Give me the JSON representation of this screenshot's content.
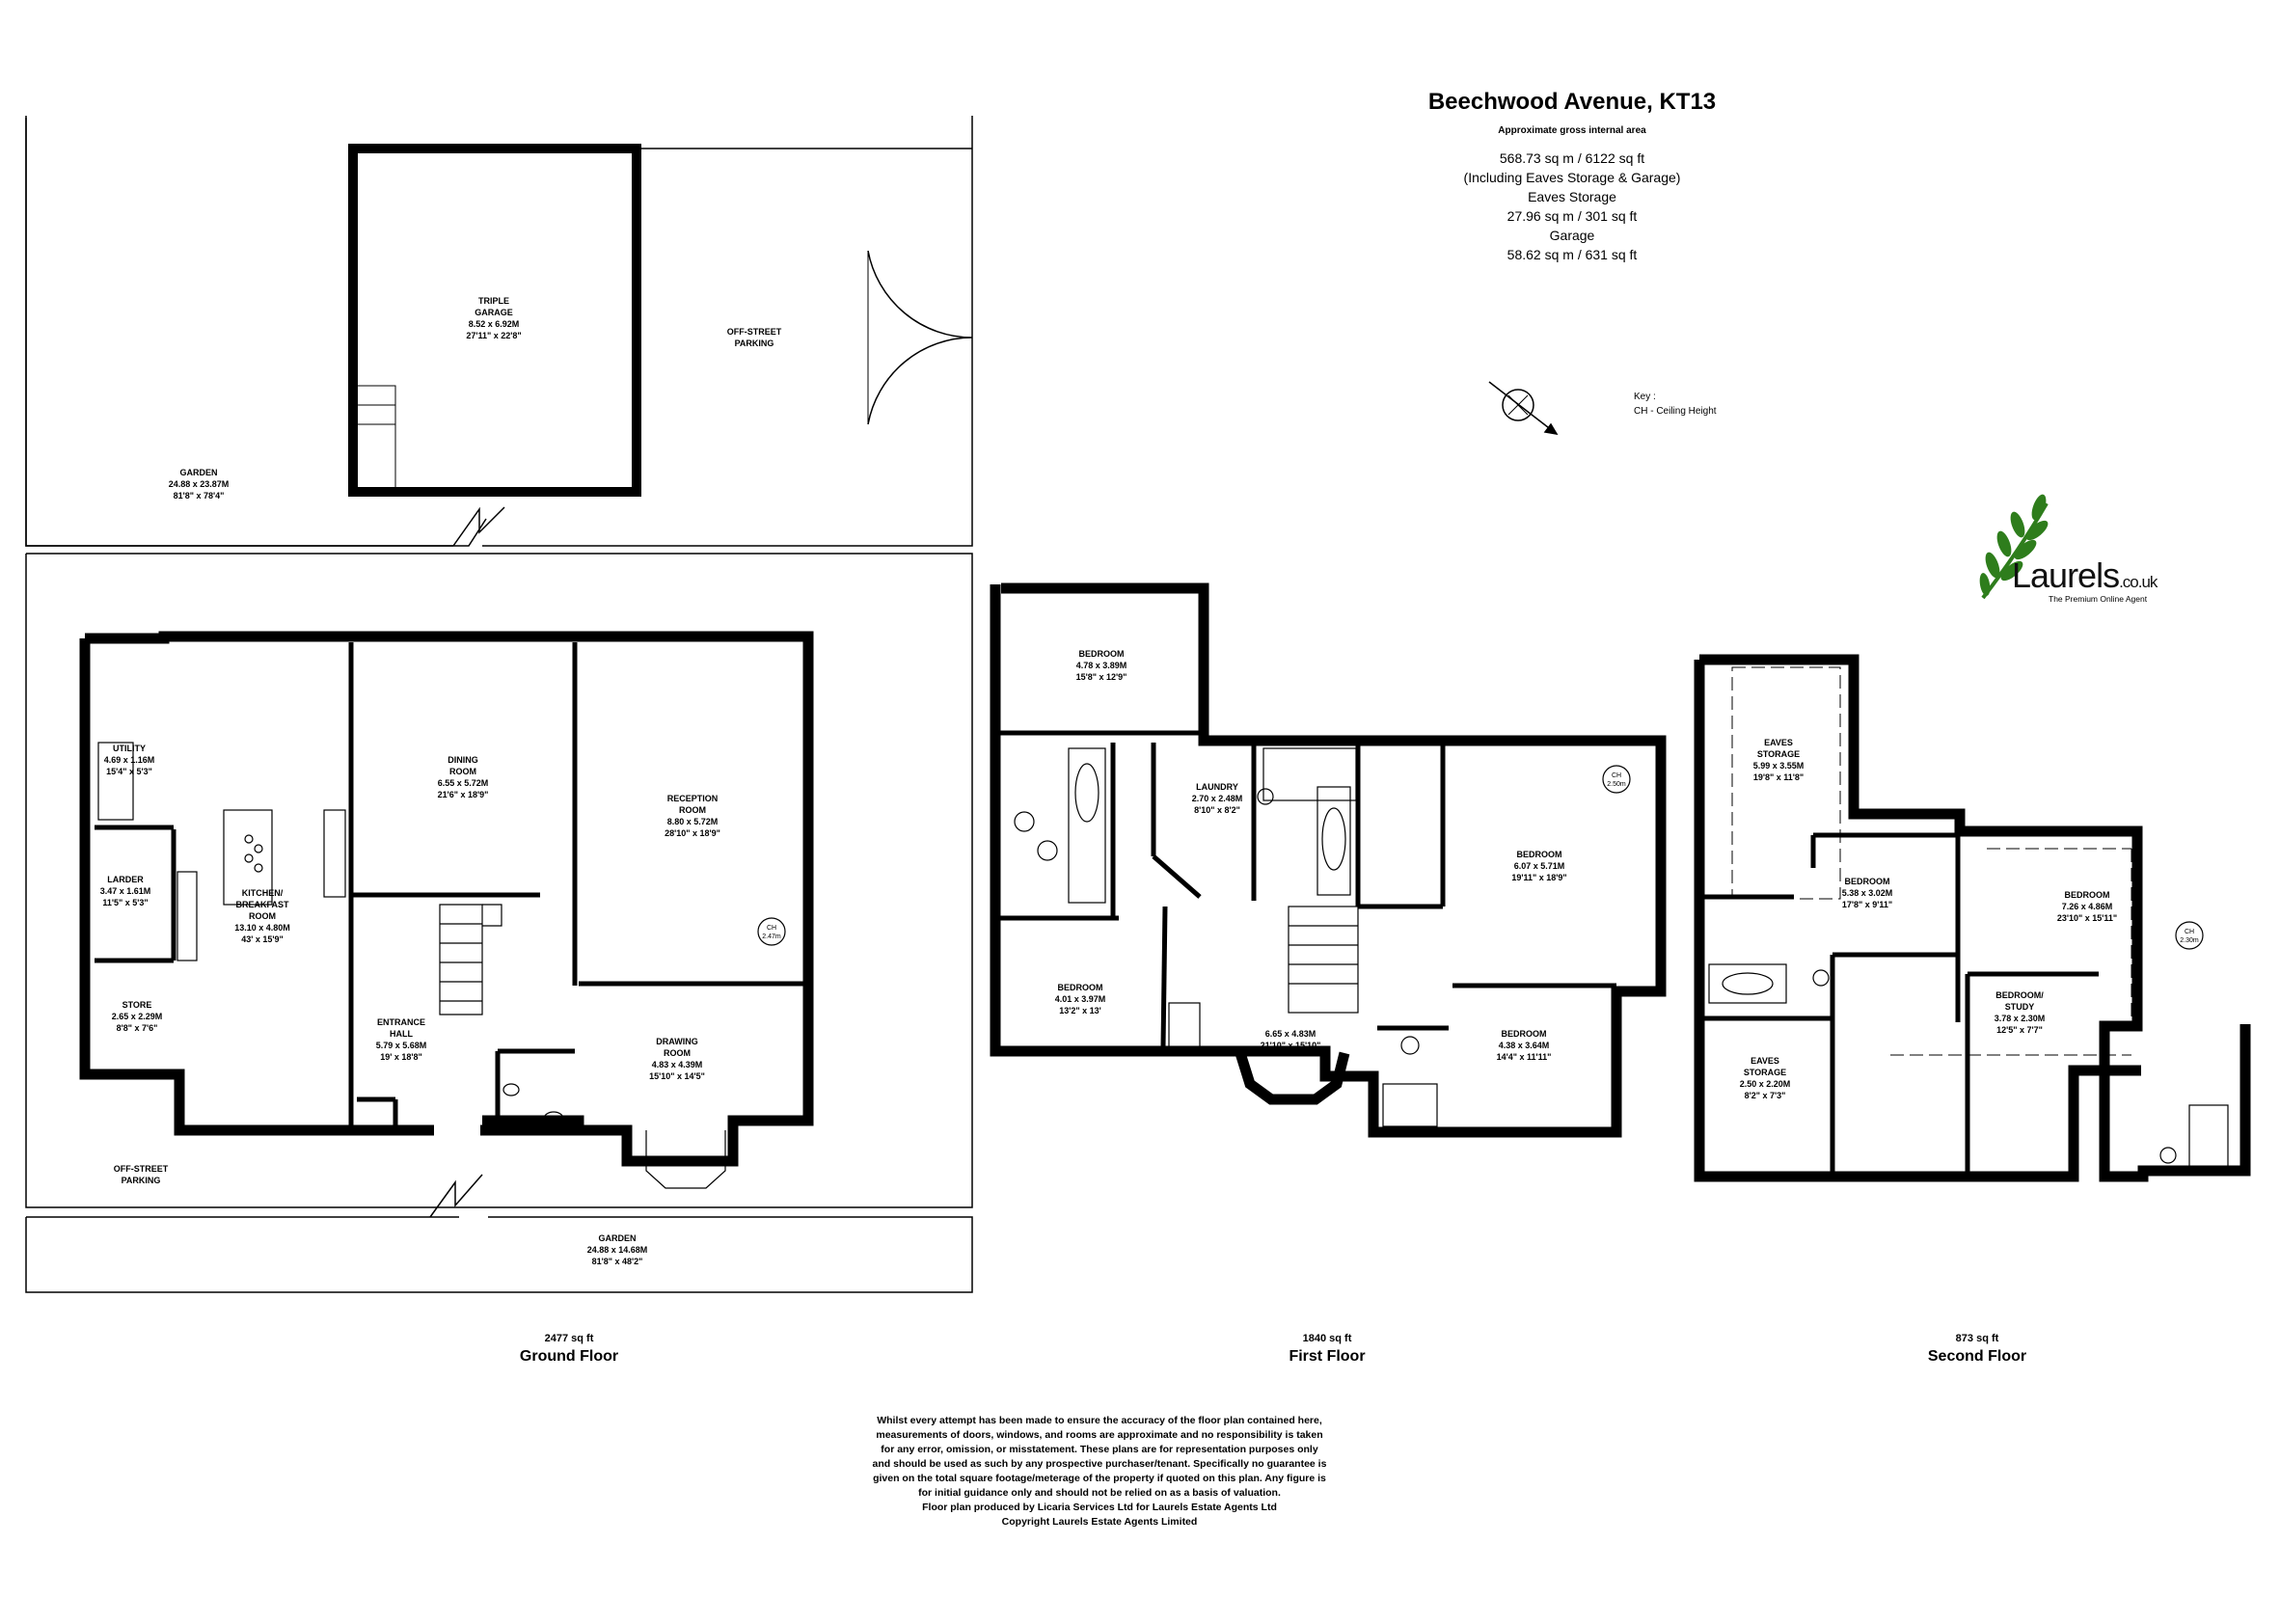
{
  "header": {
    "title": "Beechwood Avenue, KT13",
    "subtitle": "Approximate gross internal area",
    "lines": [
      "568.73 sq m / 6122 sq ft",
      "(Including Eaves Storage & Garage)",
      "Eaves Storage",
      "27.96 sq m / 301 sq ft",
      "Garage",
      "58.62 sq m / 631 sq ft"
    ]
  },
  "key": {
    "title": "Key :",
    "entry": "CH - Ceiling Height"
  },
  "logo": {
    "brand": "Laurels",
    "tld": ".co.uk",
    "tagline": "The Premium Online Agent",
    "color": "#2e7d1c"
  },
  "icons": {
    "compass": "compass-icon",
    "logo": "laurel-leaf-icon"
  },
  "floors": [
    {
      "name": "Ground Floor",
      "area": "2477 sq ft"
    },
    {
      "name": "First Floor",
      "area": "1840 sq ft"
    },
    {
      "name": "Second Floor",
      "area": "873 sq ft"
    }
  ],
  "rooms": {
    "garage": [
      "TRIPLE",
      "GARAGE",
      "8.52 x 6.92M",
      "27'11\" x 22'8\""
    ],
    "offstreet_top": [
      "OFF-STREET",
      "PARKING"
    ],
    "garden_top": [
      "GARDEN",
      "24.88 x 23.87M",
      "81'8\" x 78'4\""
    ],
    "utility": [
      "UTILITY",
      "4.69 x 1.16M",
      "15'4\" x 5'3\""
    ],
    "larder": [
      "LARDER",
      "3.47 x 1.61M",
      "11'5\" x 5'3\""
    ],
    "store": [
      "STORE",
      "2.65 x 2.29M",
      "8'8\" x 7'6\""
    ],
    "kitchen": [
      "KITCHEN/",
      "BREAKFAST",
      "ROOM",
      "13.10 x 4.80M",
      "43' x 15'9\""
    ],
    "dining": [
      "DINING",
      "ROOM",
      "6.55 x 5.72M",
      "21'6\" x 18'9\""
    ],
    "reception": [
      "RECEPTION",
      "ROOM",
      "8.80 x 5.72M",
      "28'10\" x 18'9\""
    ],
    "hall": [
      "ENTRANCE",
      "HALL",
      "5.79 x 5.68M",
      "19' x 18'8\""
    ],
    "drawing": [
      "DRAWING",
      "ROOM",
      "4.83 x 4.39M",
      "15'10\" x 14'5\""
    ],
    "offstreet_bottom": [
      "OFF-STREET",
      "PARKING"
    ],
    "garden_bottom": [
      "GARDEN",
      "24.88 x 14.68M",
      "81'8\" x 48'2\""
    ],
    "ff_bed1": [
      "BEDROOM",
      "4.78 x 3.89M",
      "15'8\" x 12'9\""
    ],
    "ff_laundry": [
      "LAUNDRY",
      "2.70 x 2.48M",
      "8'10\" x 8'2\""
    ],
    "ff_bed2": [
      "BEDROOM",
      "6.07 x 5.71M",
      "19'11\" x 18'9\""
    ],
    "ff_bed3": [
      "BEDROOM",
      "4.01 x 3.97M",
      "13'2\" x 13'"
    ],
    "ff_landing": [
      "6.65 x 4.83M",
      "21'10\" x 15'10\""
    ],
    "ff_bed4": [
      "BEDROOM",
      "4.38 x 3.64M",
      "14'4\" x 11'11\""
    ],
    "sf_eaves1": [
      "EAVES",
      "STORAGE",
      "5.99 x 3.55M",
      "19'8\" x 11'8\""
    ],
    "sf_bed1": [
      "BEDROOM",
      "5.38 x 3.02M",
      "17'8\" x 9'11\""
    ],
    "sf_bed2": [
      "BEDROOM",
      "7.26 x 4.86M",
      "23'10\" x 15'11\""
    ],
    "sf_study": [
      "BEDROOM/",
      "STUDY",
      "3.78 x 2.30M",
      "12'5\" x 7'7\""
    ],
    "sf_eaves2": [
      "EAVES",
      "STORAGE",
      "2.50 x 2.20M",
      "8'2\" x 7'3\""
    ]
  },
  "ceiling": {
    "gf": [
      "CH",
      "2.47m"
    ],
    "ff": [
      "CH",
      "2.50m"
    ],
    "sf": [
      "CH",
      "2.30m"
    ]
  },
  "disclaimer": [
    "Whilst every attempt has been made to ensure the accuracy of the floor plan contained here,",
    "measurements of doors, windows, and rooms are approximate and no responsibility is taken",
    "for any error, omission, or misstatement. These plans are for representation purposes only",
    "and should be used as such by any prospective purchaser/tenant. Specifically no guarantee is",
    "given on the total square footage/meterage of the property if quoted on this plan. Any figure is",
    "for initial guidance only and should not be relied on as a basis of valuation.",
    "Floor plan produced by Licaria Services Ltd for Laurels Estate Agents Ltd",
    "Copyright Laurels Estate Agents Limited"
  ]
}
